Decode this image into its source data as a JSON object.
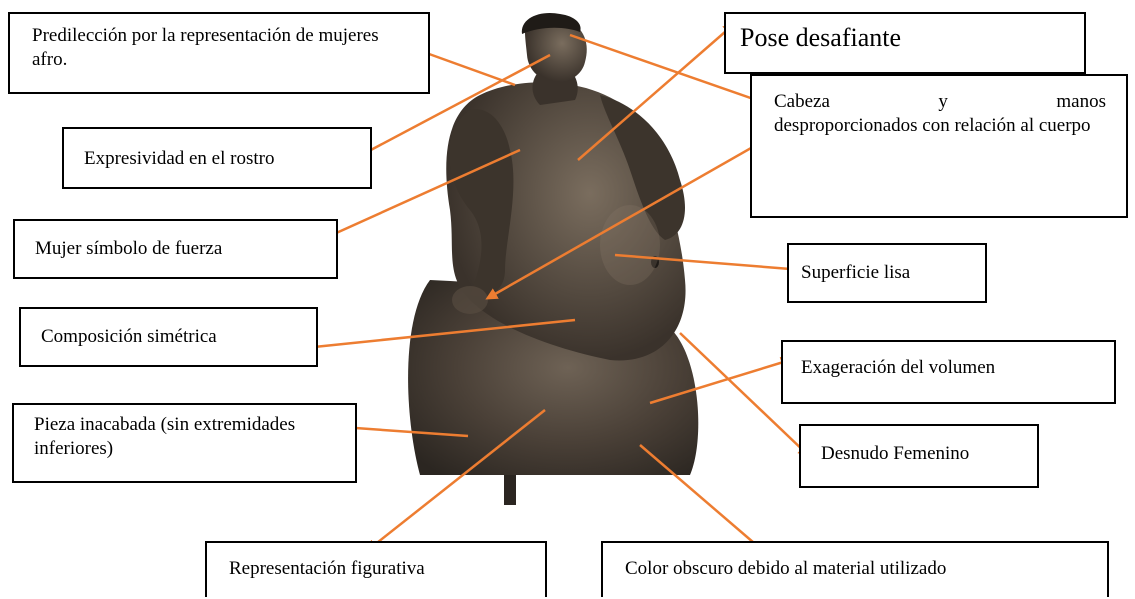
{
  "labels": {
    "predileccion": "Predilección por la representación de mujeres afro.",
    "pose": "Pose desafiante",
    "expresividad": "Expresividad en el rostro",
    "cabeza_w1": "Cabeza",
    "cabeza_w2": "y",
    "cabeza_w3": "manos",
    "cabeza_rest": "desproporcionados con relación al cuerpo",
    "fuerza": "Mujer símbolo de fuerza",
    "superficie": "Superficie lisa",
    "composicion": "Composición simétrica",
    "exageracion": "Exageración del volumen",
    "pieza": "Pieza inacabada (sin extremidades inferiores)",
    "desnudo": "Desnudo Femenino",
    "figurativa": "Representación figurativa",
    "color": "Color obscuro debido al material utilizado"
  },
  "colors": {
    "arrow": "#ED7D31",
    "bronze_dark": "#2b2621",
    "bronze_mid": "#4a4037",
    "bronze_light": "#6e6255",
    "border": "#000000"
  }
}
